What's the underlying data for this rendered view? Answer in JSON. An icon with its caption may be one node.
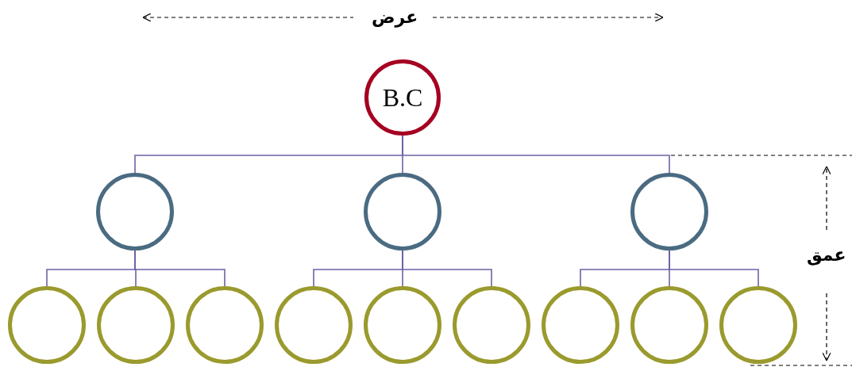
{
  "diagram": {
    "nodes": [
      {
        "text": [
          "B.C"
        ]
      },
      {
        "text": [],
        "shape": "circle"
      },
      {
        "text": [],
        "shape": "circle"
      },
      {
        "text": [],
        "shape": "circle"
      },
      {
        "text": [],
        "shape": "circle"
      },
      {
        "text": [],
        "shape": "circle"
      },
      {
        "text": [],
        "shape": "circle"
      },
      {
        "text": [],
        "shape": "circle"
      },
      {
        "text": [],
        "shape": "circle"
      },
      {
        "text": [],
        "shape": "circle"
      },
      {
        "text": [],
        "shape": "circle"
      },
      {
        "text": [],
        "shape": "circle"
      },
      {
        "text": [],
        "shape": "circle"
      }
    ],
    "edges": [
      {
        "from": 0,
        "to": 1,
        "arrow": "none"
      },
      {
        "from": 0,
        "to": 2,
        "arrow": "none"
      },
      {
        "from": 0,
        "to": 3,
        "arrow": "none"
      },
      {
        "from": 1,
        "to": 4,
        "arrow": "none"
      },
      {
        "from": 1,
        "to": 5,
        "arrow": "none"
      },
      {
        "from": 1,
        "to": 6,
        "arrow": "none"
      },
      {
        "from": 2,
        "to": 7,
        "arrow": "none"
      },
      {
        "from": 2,
        "to": 8,
        "arrow": "none"
      },
      {
        "from": 2,
        "to": 9,
        "arrow": "none"
      },
      {
        "from": 3,
        "to": 10,
        "arrow": "none"
      },
      {
        "from": 3,
        "to": 11,
        "arrow": "none"
      },
      {
        "from": 3,
        "to": 12,
        "arrow": "none"
      }
    ],
    "labels": [
      "عرض",
      "عمق"
    ]
  }
}
